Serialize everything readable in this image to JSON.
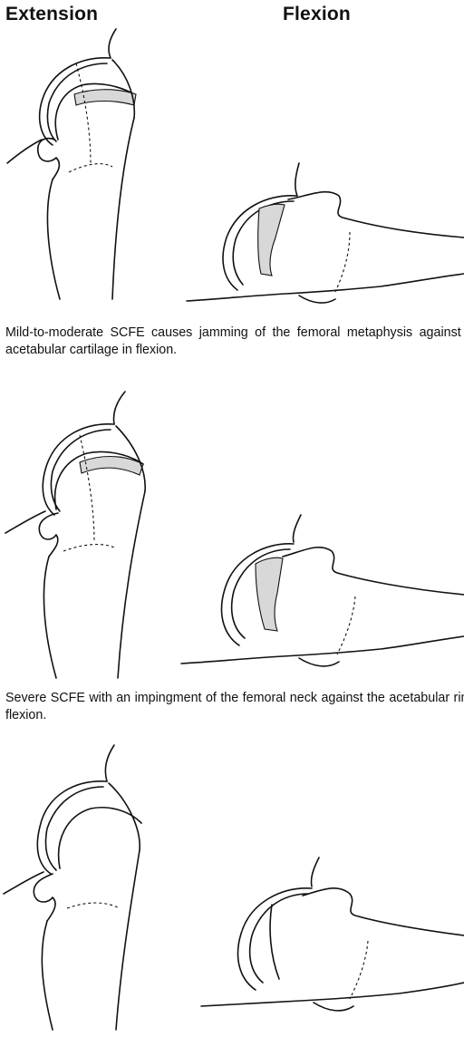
{
  "headers": {
    "extension": "Extension",
    "flexion": "Flexion"
  },
  "captions": {
    "mild": "Mild-to-moderate SCFE causes jamming of the femoral metaphysis against the acetabular cartilage in flexion.",
    "severe": "Severe SCFE with an impingment of the femoral neck against the acetabular rim in flexion."
  },
  "figures": [
    {
      "id": "mild-scfe",
      "icons": [
        "hip-extension-drawing",
        "hip-flexion-drawing"
      ]
    },
    {
      "id": "severe-scfe",
      "icons": [
        "hip-extension-drawing",
        "hip-flexion-drawing"
      ]
    },
    {
      "id": "normal-hip",
      "icons": [
        "hip-extension-drawing",
        "hip-flexion-drawing"
      ]
    }
  ]
}
